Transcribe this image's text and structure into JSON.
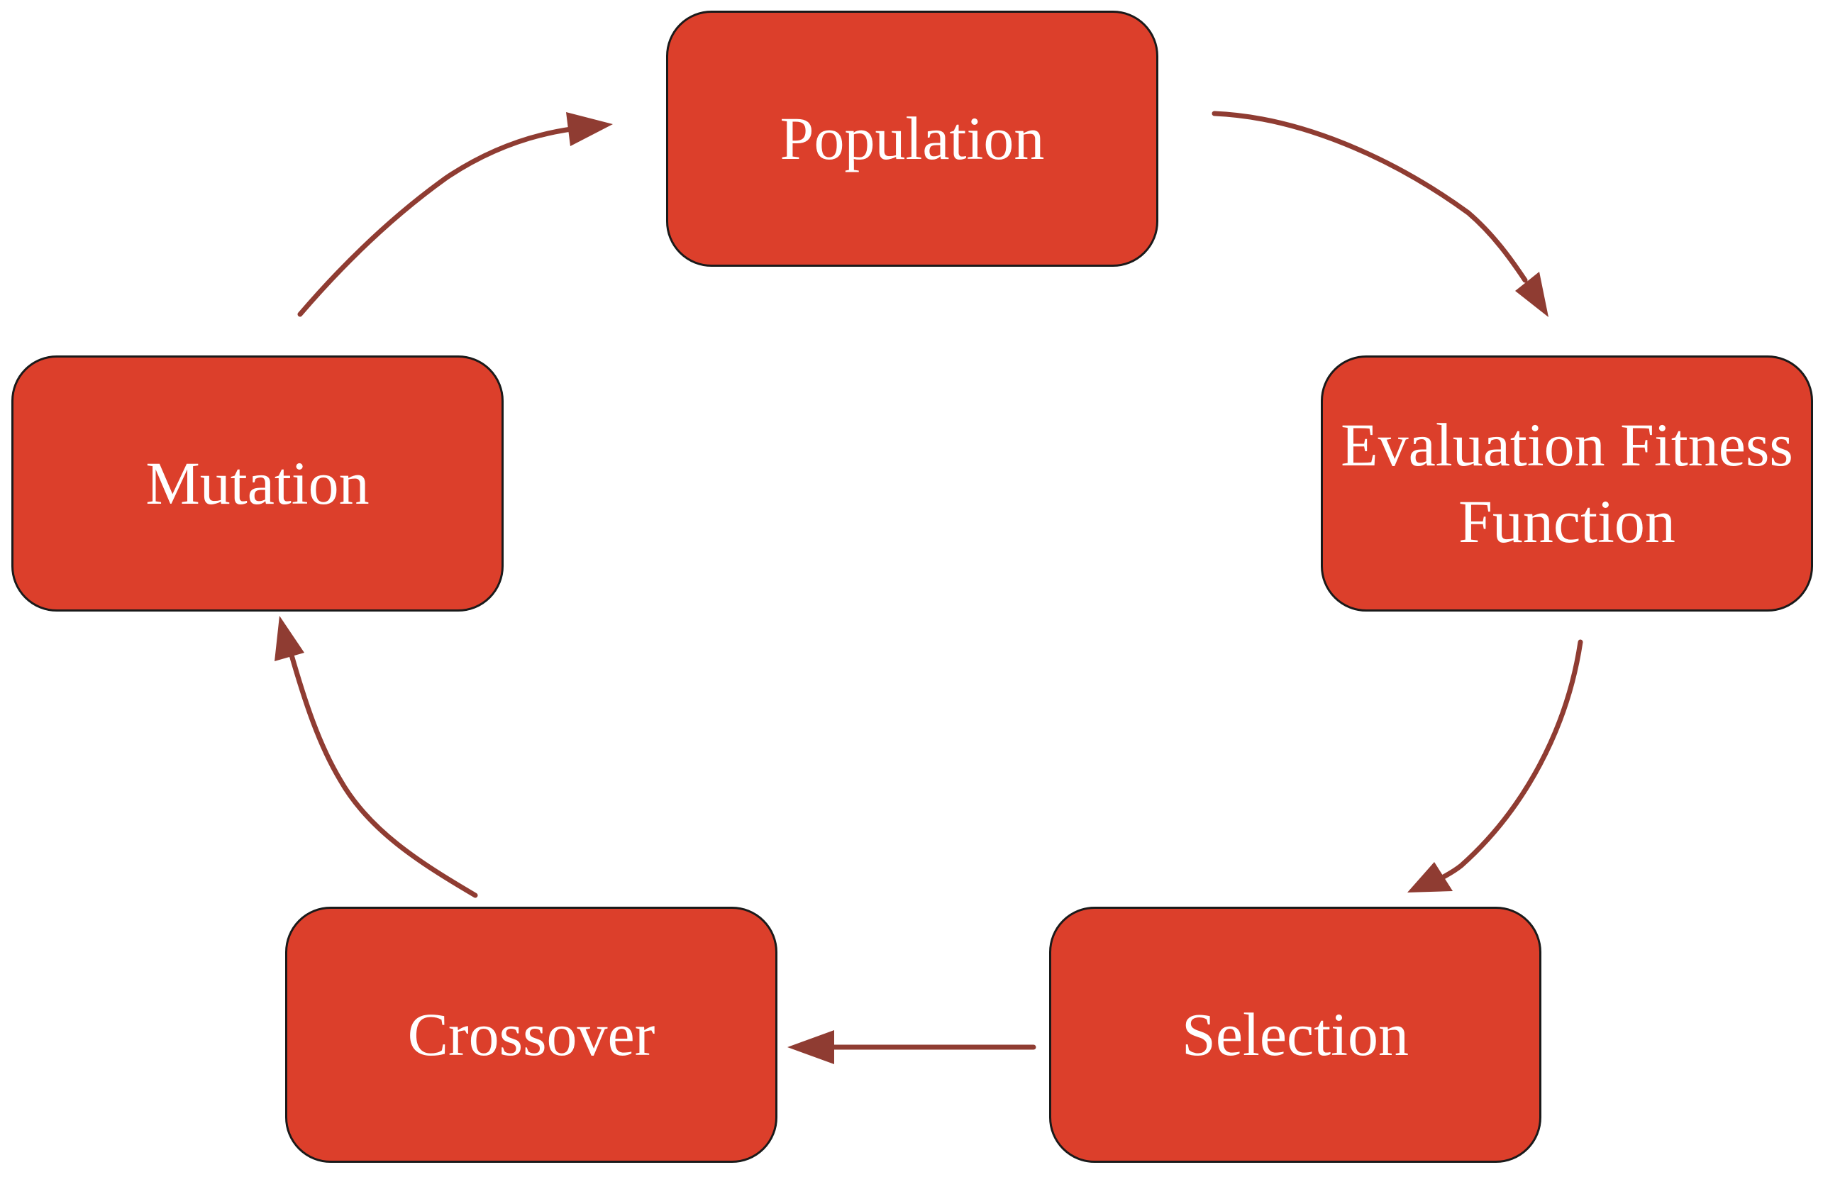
{
  "diagram": {
    "arrow_color": "#8f3c32",
    "node_fill": "#dc3f2b",
    "node_text_color": "#ffffff",
    "nodes": {
      "population": "Population",
      "evaluation": "Evaluation Fitness\nFunction",
      "selection": "Selection",
      "crossover": "Crossover",
      "mutation": "Mutation"
    }
  }
}
